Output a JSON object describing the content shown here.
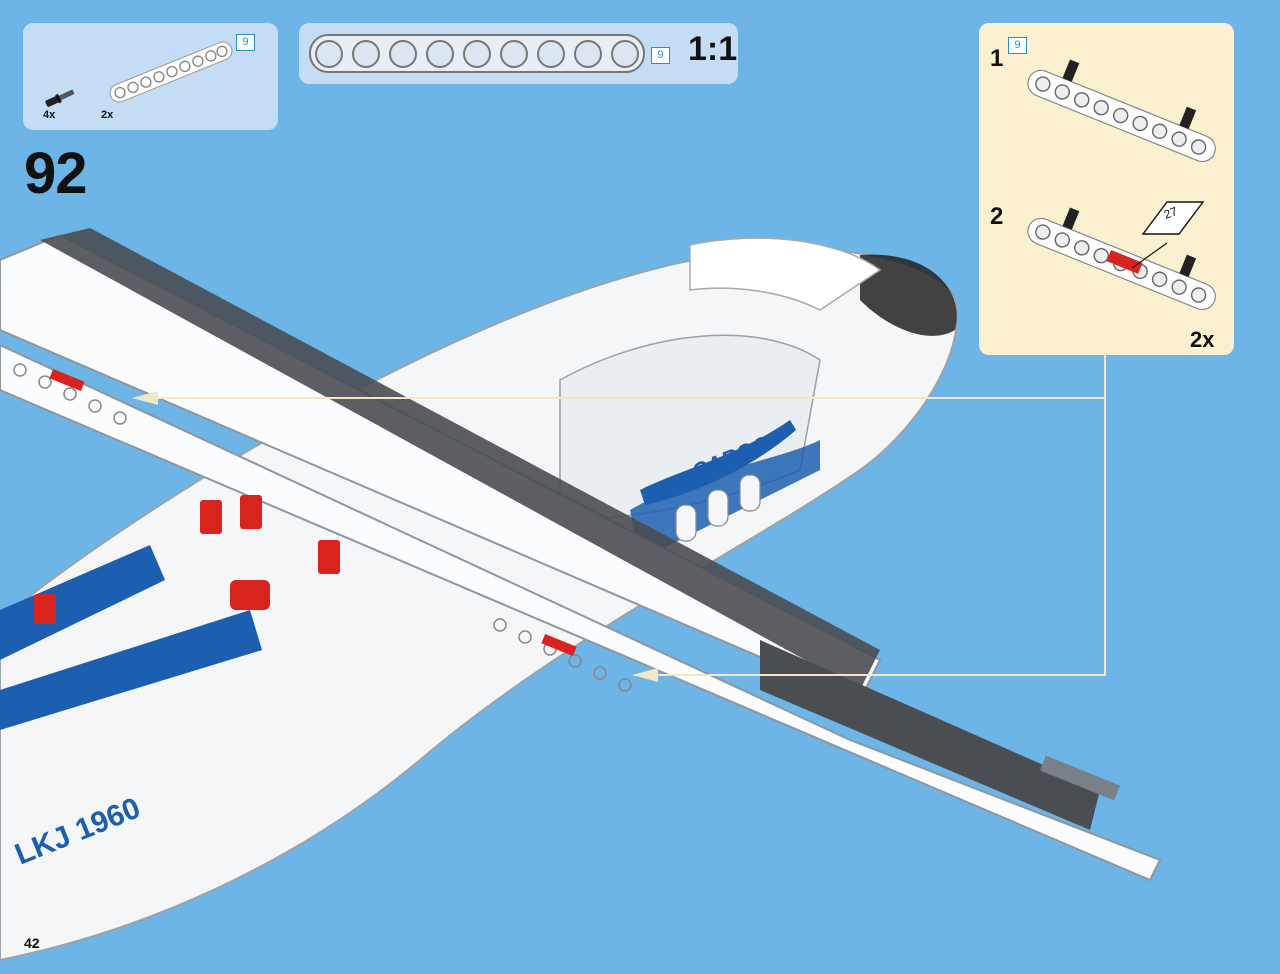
{
  "parts_list": {
    "items": [
      {
        "name": "axle-pin-icon",
        "count": "4x"
      },
      {
        "name": "beam-9-icon",
        "count": "2x",
        "length": "9"
      }
    ]
  },
  "scale_callout": {
    "length": "9",
    "scale": "1:1"
  },
  "step": {
    "number": "92"
  },
  "sub_assembly": {
    "steps": [
      {
        "number": "1",
        "length": "9"
      },
      {
        "number": "2",
        "sticker": "27"
      }
    ],
    "multiplier": "2x"
  },
  "model": {
    "livery_text": "CARGO",
    "registration": "LKJ 1960"
  },
  "page": {
    "number": "42"
  },
  "colors": {
    "background": "#6cb5e6",
    "panel_blue": "#c5dcf5",
    "panel_cream": "#fbf0d0",
    "accent_blue": "#1c5fb0",
    "accent_red": "#d8231f",
    "beam_gray": "#4a4d52",
    "callout_line": "#f3e6c2"
  }
}
